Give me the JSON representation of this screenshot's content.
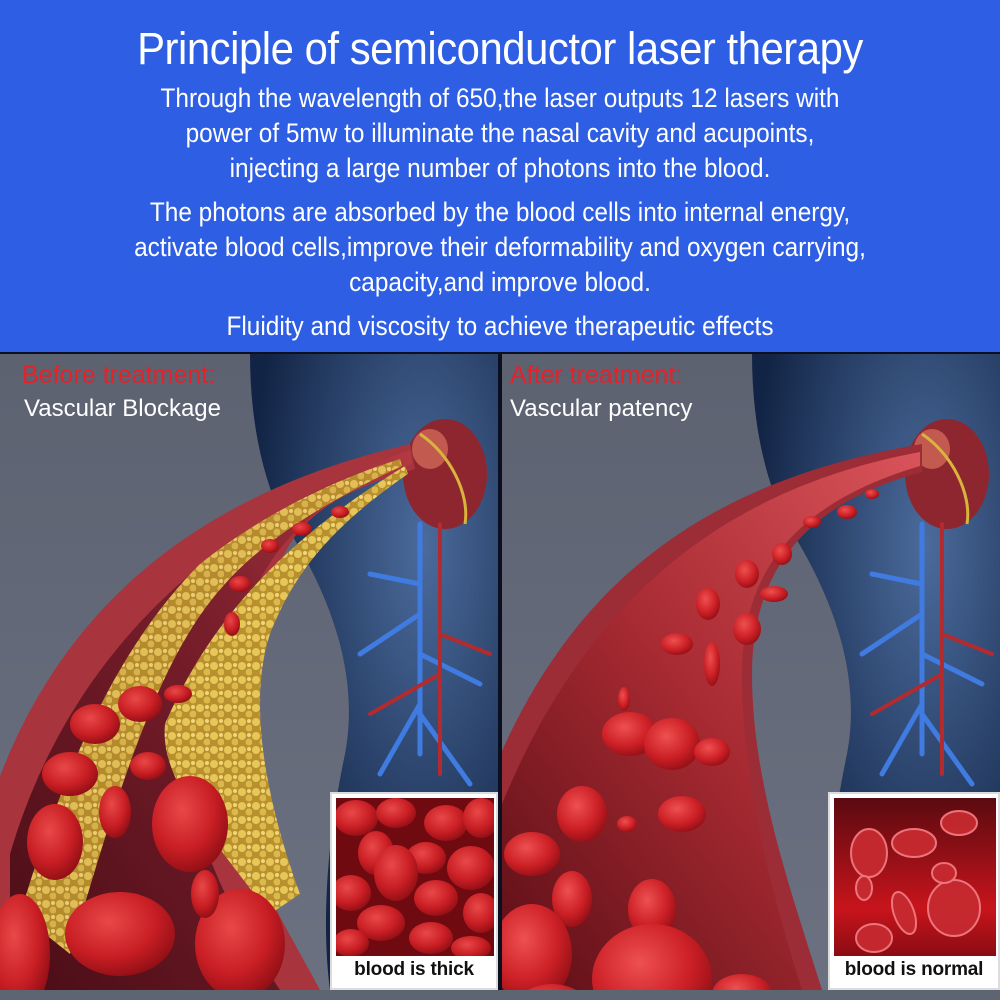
{
  "header": {
    "title": "Principle of semiconductor laser therapy",
    "paragraph1": [
      "Through the wavelength of 650,the laser outputs 12 lasers with",
      "power of 5mw to illuminate the nasal cavity and acupoints,",
      "injecting a large number of photons into the blood."
    ],
    "paragraph2": [
      "The photons are absorbed by the blood cells into internal energy,",
      "activate blood cells,improve their deformability and oxygen carrying,",
      "capacity,and improve blood."
    ],
    "paragraph3": "Fluidity and viscosity to achieve  therapeutic effects",
    "background_color": "#2d5ee4",
    "text_color": "#ffffff"
  },
  "panels": {
    "before": {
      "heading": "Before treatment:",
      "subheading": "Vascular Blockage",
      "illustration": "blocked-artery-with-plaque",
      "inset": {
        "image": "dense-clumped-red-blood-cells",
        "caption": "blood is thick"
      }
    },
    "after": {
      "heading": "After treatment:",
      "subheading": "Vascular patency",
      "illustration": "clear-artery-free-flowing-cells",
      "inset": {
        "image": "sparse-flowing-red-blood-cells",
        "caption": "blood is normal"
      }
    },
    "heading_color": "#e3222a",
    "subheading_color": "#ffffff"
  }
}
